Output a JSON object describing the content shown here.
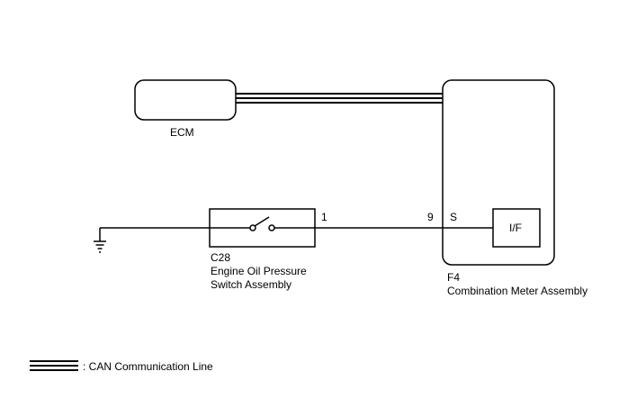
{
  "ecm": {
    "label": "ECM"
  },
  "switch": {
    "code": "C28",
    "name_line1": "Engine Oil Pressure",
    "name_line2": "Switch Assembly",
    "pin": "1"
  },
  "meter": {
    "code": "F4",
    "name": "Combination Meter Assembly",
    "pin": "9",
    "terminal": "S",
    "interface_label": "I/F"
  },
  "legend": {
    "text": ": CAN Communication Line"
  }
}
